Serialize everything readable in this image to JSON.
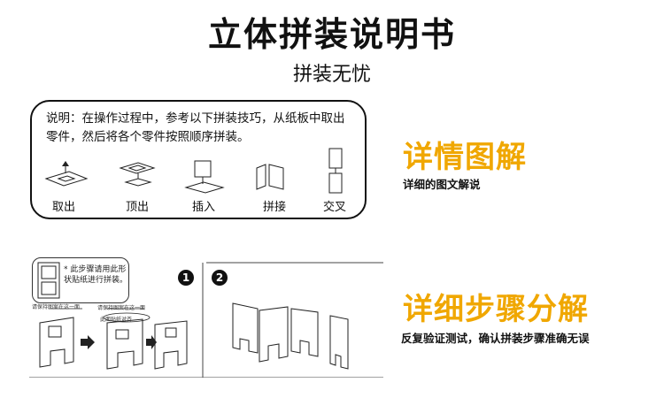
{
  "header": {
    "title": "立体拼装说明书",
    "subtitle": "拼装无忧"
  },
  "instructions": {
    "note": "说明：在操作过程中，参考以下拼装技巧，从纸板中取出零件，然后将各个零件按照顺序拼装。",
    "steps": [
      {
        "label": "取出",
        "icon": "take-out-icon"
      },
      {
        "label": "顶出",
        "icon": "push-out-icon"
      },
      {
        "label": "插入",
        "icon": "insert-icon"
      },
      {
        "label": "拼接",
        "icon": "join-icon"
      },
      {
        "label": "交叉",
        "icon": "cross-icon"
      }
    ]
  },
  "section_detail": {
    "heading": "详情图解",
    "caption": "详细的图文解说"
  },
  "section_steps": {
    "heading": "详细步骤分解",
    "caption": "反复验证测试，确认拼装步骤准确无误"
  },
  "step_figure": {
    "tip": "* 此步骤请用此形状贴纸进行拼装。",
    "badges": [
      "1",
      "2"
    ],
    "tiny_labels": [
      "请保持图案在这一面",
      "请保持图案在这一面",
      "此面贴纸对齐"
    ]
  },
  "colors": {
    "accent": "#f0a700",
    "text": "#111111"
  }
}
